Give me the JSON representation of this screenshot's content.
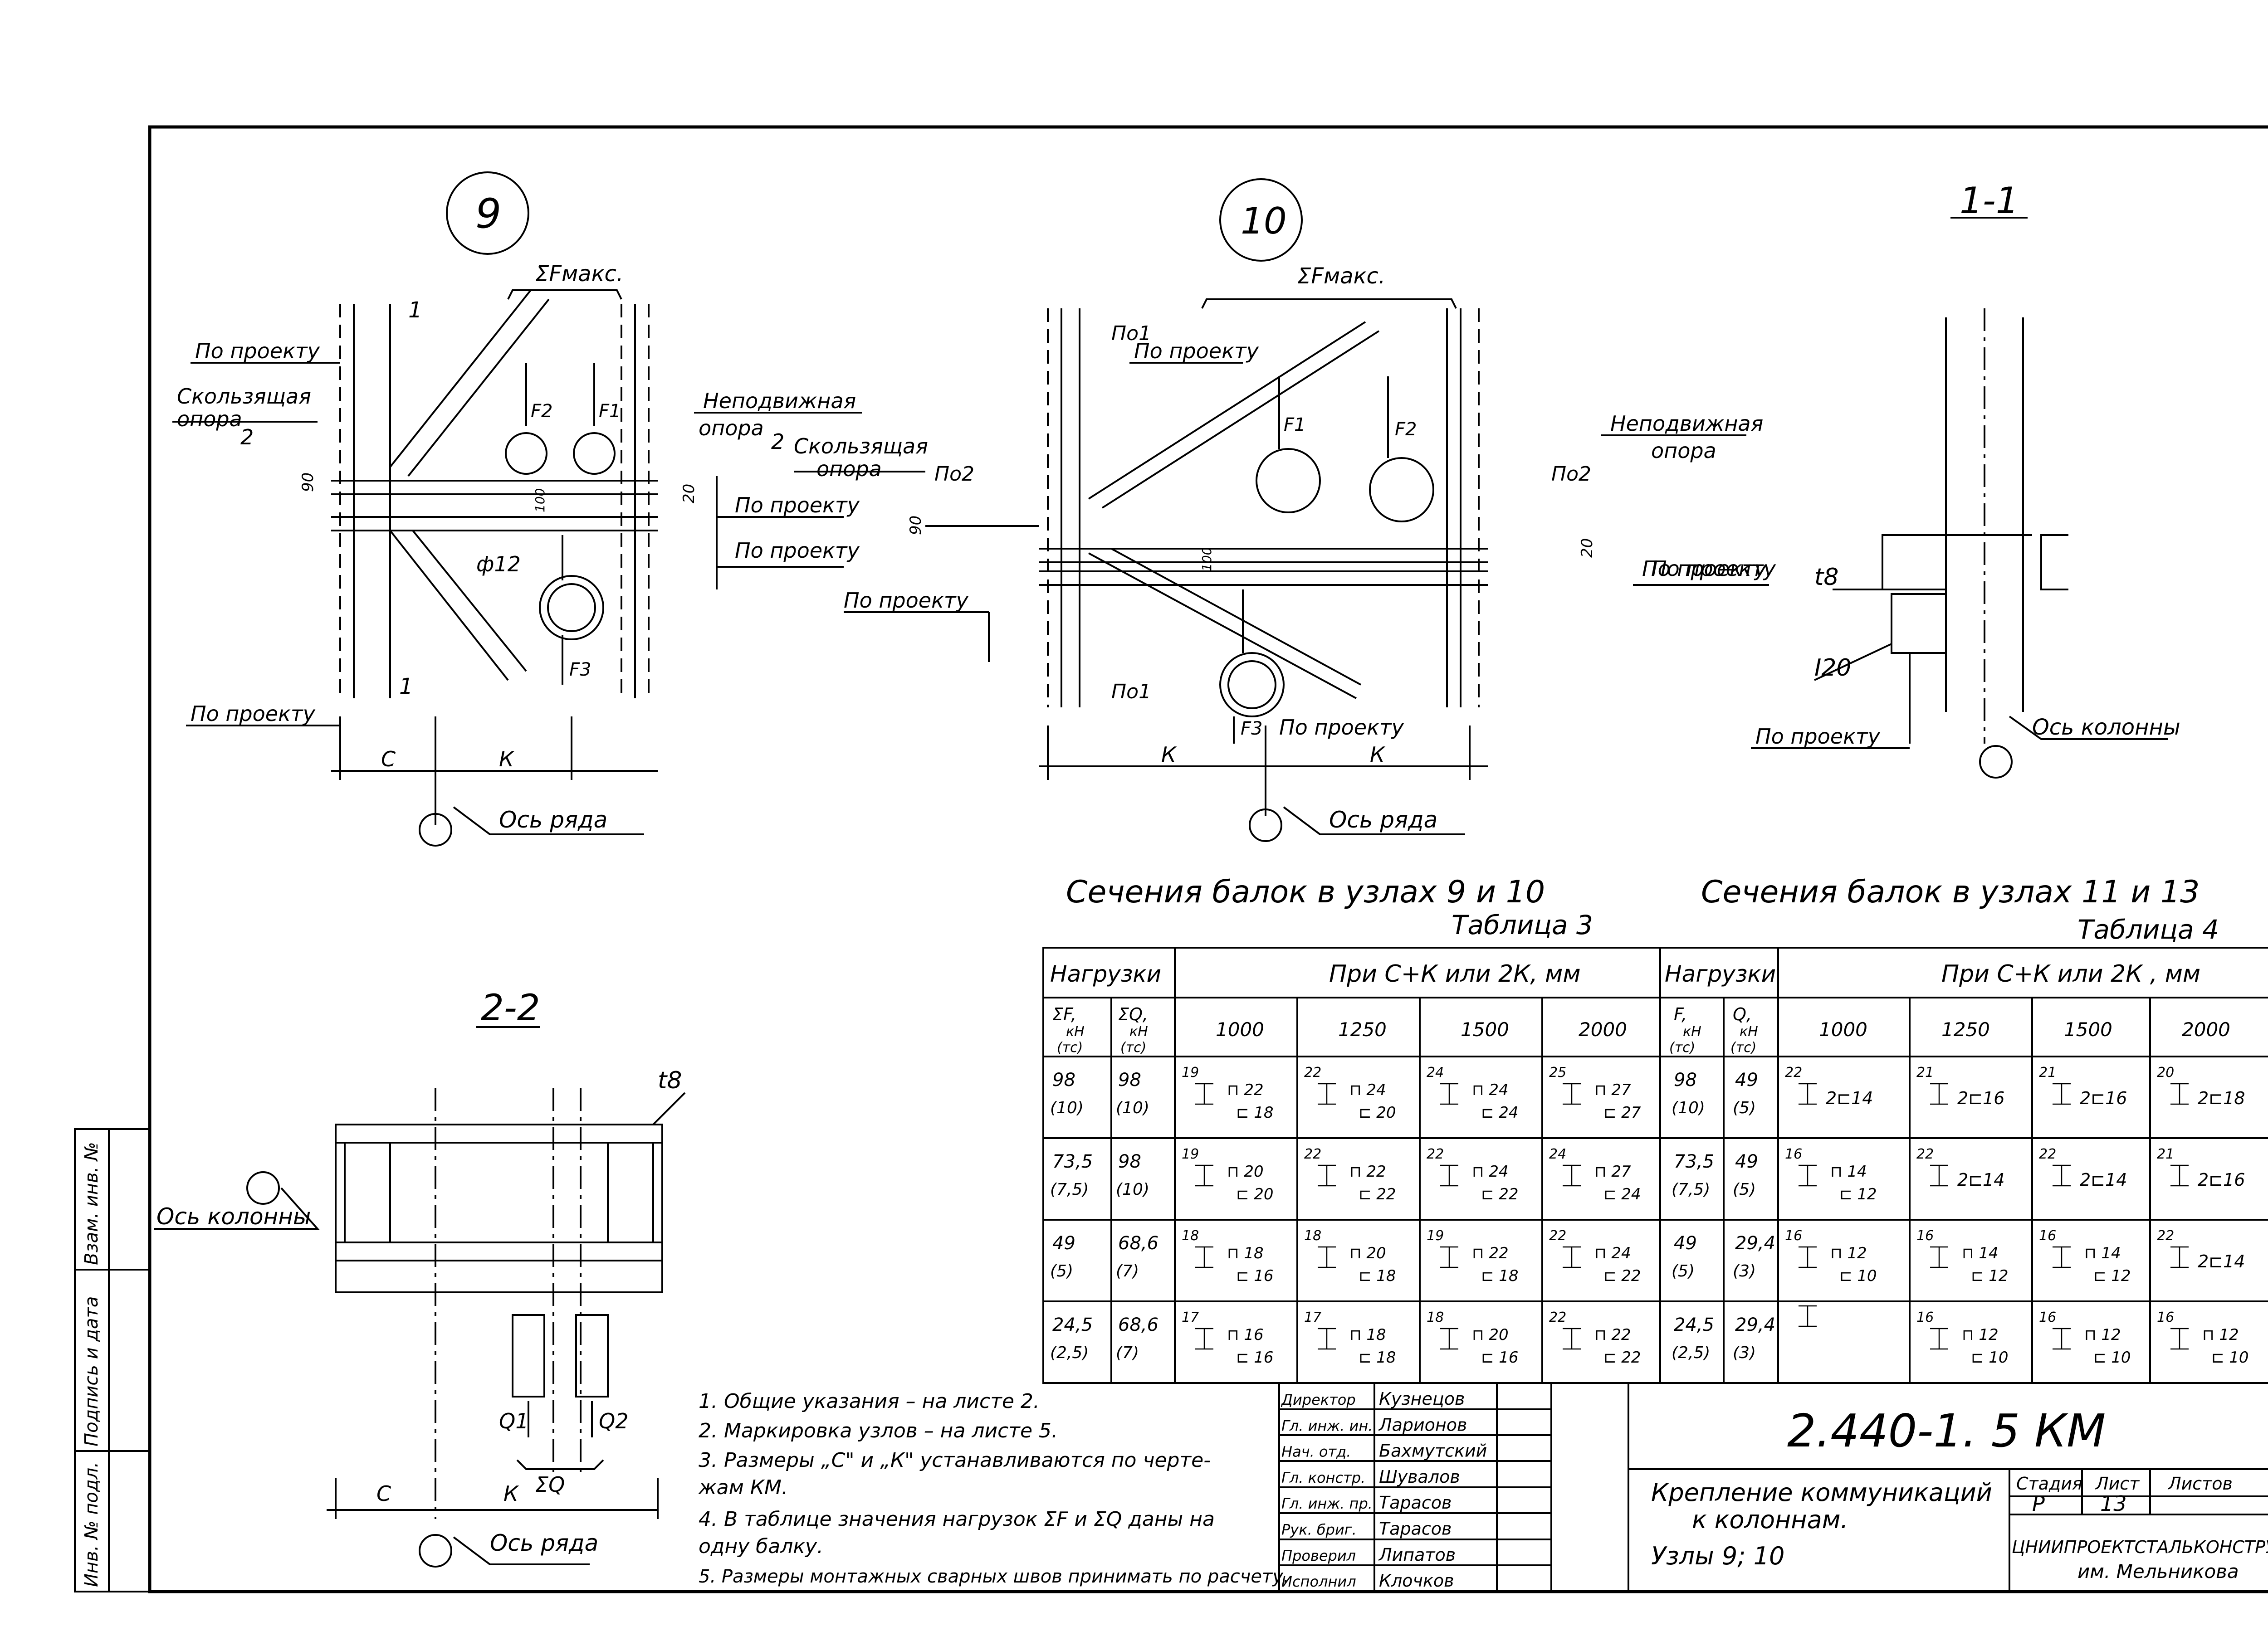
{
  "node_9": {
    "marker": "9",
    "sum_force_label": "ΣFмакс.",
    "section_mark_top": "1",
    "section_mark_bottom": "1",
    "by_project_1": "По проекту",
    "sliding_support": [
      "Скользящая",
      "опора"
    ],
    "section_2_mark": "2",
    "dim_90": "90",
    "dim_20": "20",
    "dim_100": "100",
    "fixed_support": [
      "Неподвижная",
      "опора"
    ],
    "fixed_section_mark": "2",
    "by_project_2": "По проекту",
    "by_project_3": "По проекту",
    "by_project_4": "По проекту",
    "rod_diameter": "ф12",
    "forces": [
      "F2",
      "F1",
      "F3"
    ],
    "dim_c": "С",
    "dim_k": "К",
    "row_axis": "Ось ряда"
  },
  "node_10": {
    "marker": "10",
    "sum_force_label": "ΣFмакс.",
    "po1_top": "По1",
    "po1_bottom": "По1",
    "by_project_1": "По проекту",
    "sliding_support": [
      "Скользящая",
      "опора"
    ],
    "po2_left": "По2",
    "po2_right": "По2",
    "dim_90": "90",
    "dim_20": "20",
    "dim_100": "100",
    "fixed_support": [
      "Неподвижная",
      "опора"
    ],
    "by_project_2": "По проекту",
    "by_project_3": "По проекту",
    "by_project_4": "По проекту",
    "forces": [
      "F1",
      "F2",
      "F3"
    ],
    "dim_k1": "К",
    "dim_k2": "К",
    "row_axis": "Ось ряда"
  },
  "section_1_1": {
    "title": "1-1",
    "plate": "t8",
    "beam": "I20",
    "by_project_1": "По проекту",
    "by_project_2": "По проекту",
    "column_axis": "Ось колонны"
  },
  "section_2_2": {
    "title": "2-2",
    "plate": "t8",
    "column_axis": "Ось колонны",
    "forces": [
      "Q1",
      "Q2"
    ],
    "sum_q": "ΣQ",
    "dim_c": "С",
    "dim_k": "К",
    "row_axis": "Ось ряда"
  },
  "table3": {
    "heading": "Сечения  балок  в узлах 9 и 10",
    "number": "Таблица 3",
    "loads_header": "Нагрузки",
    "span_header": "При  С+К  или  2К, мм",
    "sum_f_header": [
      "ΣF,",
      "кН",
      "(тс)"
    ],
    "sum_q_header": [
      "ΣQ,",
      "кН",
      "(тс)"
    ],
    "spans": [
      "1000",
      "1250",
      "1500",
      "2000"
    ],
    "rows": [
      {
        "f": "98",
        "f_tc": "(10)",
        "q": "98",
        "q_tc": "(10)",
        "cells": [
          [
            "19",
            "22",
            "18"
          ],
          [
            "22",
            "24",
            "20"
          ],
          [
            "24",
            "24",
            "24"
          ],
          [
            "25",
            "27",
            "27"
          ]
        ]
      },
      {
        "f": "73,5",
        "f_tc": "(7,5)",
        "q": "98",
        "q_tc": "(10)",
        "cells": [
          [
            "19",
            "20",
            "20"
          ],
          [
            "22",
            "22",
            "22"
          ],
          [
            "22",
            "24",
            "22"
          ],
          [
            "24",
            "27",
            "24"
          ]
        ]
      },
      {
        "f": "49",
        "f_tc": "(5)",
        "q": "68,6",
        "q_tc": "(7)",
        "cells": [
          [
            "18",
            "18",
            "16"
          ],
          [
            "18",
            "20",
            "18"
          ],
          [
            "19",
            "22",
            "18"
          ],
          [
            "22",
            "24",
            "22"
          ]
        ]
      },
      {
        "f": "24,5",
        "f_tc": "(2,5)",
        "q": "68,6",
        "q_tc": "(7)",
        "cells": [
          [
            "17",
            "16",
            "16"
          ],
          [
            "17",
            "18",
            "18"
          ],
          [
            "18",
            "20",
            "16"
          ],
          [
            "22",
            "22",
            "22"
          ]
        ]
      }
    ]
  },
  "table4": {
    "heading": "Сечения  балок  в узлах 11 и 13",
    "number": "Таблица 4",
    "loads_header": "Нагрузки",
    "span_header": "При  С+К  или  2К , мм",
    "f_header": [
      "F,",
      "кН",
      "(тс)"
    ],
    "q_header": [
      "Q,",
      "кН",
      "(тс)"
    ],
    "spans": [
      "1000",
      "1250",
      "1500",
      "2000"
    ],
    "rows": [
      {
        "f": "98",
        "f_tc": "(10)",
        "q": "49",
        "q_tc": "(5)",
        "cells": [
          [
            "22",
            "2⊏14",
            ""
          ],
          [
            "21",
            "2⊏16",
            ""
          ],
          [
            "21",
            "2⊏16",
            ""
          ],
          [
            "20",
            "2⊏18",
            ""
          ]
        ]
      },
      {
        "f": "73,5",
        "f_tc": "(7,5)",
        "q": "49",
        "q_tc": "(5)",
        "cells": [
          [
            "16",
            "14",
            "12"
          ],
          [
            "22",
            "2⊏14",
            ""
          ],
          [
            "22",
            "2⊏14",
            ""
          ],
          [
            "21",
            "2⊏16",
            ""
          ]
        ]
      },
      {
        "f": "49",
        "f_tc": "(5)",
        "q": "29,4",
        "q_tc": "(3)",
        "cells": [
          [
            "16",
            "12",
            "10"
          ],
          [
            "16",
            "14",
            "12"
          ],
          [
            "16",
            "14",
            "12"
          ],
          [
            "22",
            "2⊏14",
            ""
          ]
        ]
      },
      {
        "f": "24,5",
        "f_tc": "(2,5)",
        "q": "29,4",
        "q_tc": "(3)",
        "cells": [
          [
            "",
            "",
            ""
          ],
          [
            "16",
            "12",
            "10"
          ],
          [
            "16",
            "12",
            "10"
          ],
          [
            "16",
            "12",
            "10"
          ]
        ]
      }
    ]
  },
  "notes": [
    "1.  Общие указания – на листе 2.",
    "2.  Маркировка  узлов – на листе 5.",
    "3.  Размеры „С\" и „К\" устанавливаются по черте-",
    "     жам  КМ.",
    "4.  В таблице значения нагрузок ΣF и ΣQ даны на",
    "     одну балку.",
    "5.  Размеры монтажных сварных швов принимать по расчету."
  ],
  "side_stamp": [
    "Инв. № подл.",
    "Подпись и дата",
    "Взам. инв. №"
  ],
  "title_block": {
    "code": "2.440-1. 5 КМ",
    "title": [
      "Крепление коммуникаций",
      "к колоннам.",
      "Узлы 9; 10"
    ],
    "stage_label": "Стадия",
    "sheet_label": "Лист",
    "sheets_label": "Листов",
    "stage": "Р",
    "sheet": "13",
    "sheets": "",
    "organization": [
      "ЦНИИПРОЕКТСТАЛЬКОНСТРУКЦИЯ",
      "им. Мельникова"
    ],
    "people": [
      {
        "role": "Директор",
        "name": "Кузнецов"
      },
      {
        "role": "Гл. инж. ин.",
        "name": "Ларионов"
      },
      {
        "role": "Нач. отд.",
        "name": "Бахмутский"
      },
      {
        "role": "Гл. констр.",
        "name": "Шувалов"
      },
      {
        "role": "Гл. инж. пр.",
        "name": "Тарасов"
      },
      {
        "role": "Рук. бриг.",
        "name": "Тарасов"
      },
      {
        "role": "Проверил",
        "name": "Липатов"
      },
      {
        "role": "Исполнил",
        "name": "Клочков"
      }
    ]
  }
}
